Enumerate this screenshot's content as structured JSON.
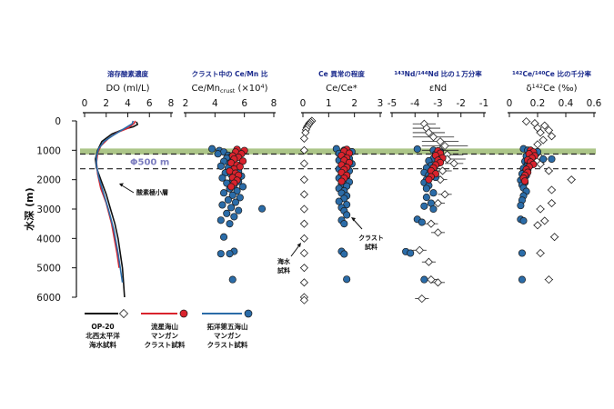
{
  "colors": {
    "seawater": "#111111",
    "seiho": "#d9232d",
    "takuyo": "#2b6ca8",
    "band": "#9dbb73",
    "dashed": "#222222",
    "phi_label": "#7d7ec0",
    "title_jp": "#1a2a8c"
  },
  "yaxis": {
    "label": "水深 (m)",
    "ticks": [
      "0",
      "1000",
      "2000",
      "3000",
      "4000",
      "5000",
      "6000"
    ],
    "range": [
      0,
      6000
    ]
  },
  "omz": {
    "band_top": 940,
    "band_bottom": 1140,
    "dash_upper": 1130,
    "dash_lower": 1630,
    "phi_label": "Φ500 m",
    "layer_label": "酸素極小層"
  },
  "panels": [
    {
      "title_jp": "溶存酸素濃度",
      "title": "DO (ml/L)",
      "ticks": [
        "0",
        "2",
        "4",
        "6",
        "8"
      ],
      "xlim": [
        0,
        8
      ]
    },
    {
      "title_jp": "クラスト中の Ce/Mn 比",
      "title_main": "Ce/Mn",
      "title_sub": "crust",
      "title_sfx": " (×10",
      "title_sup": "4",
      "title_end": ")",
      "ticks": [
        "2",
        "4",
        "6",
        "8"
      ],
      "xlim": [
        2,
        8
      ]
    },
    {
      "title_jp": "Ce 異常の程度",
      "title": "Ce/Ce*",
      "ticks": [
        "0",
        "1",
        "2",
        "3"
      ],
      "xlim": [
        0,
        3
      ]
    },
    {
      "title_jp_sup": "143",
      "title_jp_a": "Nd/",
      "title_jp_sup2": "144",
      "title_jp_b": "Nd 比の１万分率",
      "title": "εNd",
      "ticks": [
        "-5",
        "-4",
        "-3",
        "-2",
        "-1"
      ],
      "xlim": [
        -5,
        -1
      ]
    },
    {
      "title_jp_sup": "142",
      "title_jp_a": "Ce/",
      "title_jp_sup2": "140",
      "title_jp_b": "Ce 比の千分率",
      "title_pre": "δ",
      "title_sup": "142",
      "title_post": "Ce (‰)",
      "ticks": [
        "0",
        "0.2",
        "0.4",
        "0.6"
      ],
      "xlim": [
        0,
        0.6
      ]
    }
  ],
  "annotations": {
    "seawater": "海水\n試料",
    "crust": "クラスト\n試料"
  },
  "legend": [
    {
      "label": "OP-20\n北西太平洋\n海水試料"
    },
    {
      "label": "流星海山\nマンガン\nクラスト試料"
    },
    {
      "label": "拓洋第五海山\nマンガン\nクラスト試料"
    }
  ],
  "chart_data": {
    "type": "scatter",
    "y_unit": "m",
    "do_profiles": [
      {
        "name": "OP-20",
        "color": "#111111",
        "points": [
          [
            4.8,
            30
          ],
          [
            4.9,
            120
          ],
          [
            4.5,
            200
          ],
          [
            3.5,
            300
          ],
          [
            2.5,
            450
          ],
          [
            1.6,
            700
          ],
          [
            1.2,
            1000
          ],
          [
            1.0,
            1300
          ],
          [
            1.1,
            1600
          ],
          [
            1.5,
            2000
          ],
          [
            2.0,
            2500
          ],
          [
            2.4,
            3000
          ],
          [
            2.8,
            3500
          ],
          [
            3.1,
            4000
          ],
          [
            3.3,
            4500
          ],
          [
            3.5,
            5000
          ],
          [
            3.6,
            5500
          ],
          [
            3.7,
            6000
          ]
        ]
      },
      {
        "name": "流星海山",
        "color": "#d9232d",
        "points": [
          [
            4.7,
            0
          ],
          [
            4.6,
            80
          ],
          [
            4.0,
            250
          ],
          [
            3.0,
            400
          ],
          [
            2.2,
            600
          ],
          [
            1.5,
            850
          ],
          [
            1.2,
            1100
          ],
          [
            1.1,
            1400
          ],
          [
            1.2,
            1800
          ],
          [
            1.5,
            2300
          ],
          [
            2.0,
            2800
          ],
          [
            2.5,
            3500
          ],
          [
            3.0,
            4500
          ],
          [
            3.2,
            5000
          ]
        ]
      },
      {
        "name": "拓洋第五海山",
        "color": "#2b6ca8",
        "points": [
          [
            4.5,
            0
          ],
          [
            4.4,
            100
          ],
          [
            3.5,
            300
          ],
          [
            2.6,
            500
          ],
          [
            1.8,
            700
          ],
          [
            1.3,
            950
          ],
          [
            1.1,
            1200
          ],
          [
            1.1,
            1500
          ],
          [
            1.3,
            1900
          ],
          [
            1.7,
            2400
          ],
          [
            2.2,
            3000
          ],
          [
            2.7,
            3700
          ],
          [
            3.1,
            4500
          ],
          [
            3.3,
            5000
          ],
          [
            3.5,
            5500
          ]
        ]
      }
    ],
    "ce_mn": {
      "seiho": [
        [
          5.5,
          970
        ],
        [
          6.0,
          1010
        ],
        [
          5.4,
          1060
        ],
        [
          5.8,
          1120
        ],
        [
          5.2,
          1190
        ],
        [
          5.6,
          1240
        ],
        [
          5.3,
          1300
        ],
        [
          5.9,
          1370
        ],
        [
          5.1,
          1430
        ],
        [
          5.5,
          1500
        ],
        [
          5.7,
          1560
        ],
        [
          5.3,
          1640
        ],
        [
          5.0,
          1710
        ],
        [
          5.4,
          1780
        ],
        [
          5.6,
          1850
        ],
        [
          5.2,
          1930
        ],
        [
          5.5,
          2020
        ],
        [
          5.3,
          2120
        ],
        [
          5.1,
          2240
        ]
      ],
      "takuyo": [
        [
          3.8,
          950
        ],
        [
          4.3,
          1010
        ],
        [
          4.6,
          1060
        ],
        [
          4.2,
          1120
        ],
        [
          4.9,
          1170
        ],
        [
          5.1,
          1220
        ],
        [
          4.8,
          1270
        ],
        [
          5.2,
          1330
        ],
        [
          4.6,
          1380
        ],
        [
          5.0,
          1440
        ],
        [
          5.4,
          1490
        ],
        [
          4.4,
          1540
        ],
        [
          4.9,
          1600
        ],
        [
          5.3,
          1660
        ],
        [
          5.6,
          1710
        ],
        [
          4.7,
          1770
        ],
        [
          5.1,
          1830
        ],
        [
          5.8,
          1880
        ],
        [
          4.5,
          1940
        ],
        [
          5.2,
          2000
        ],
        [
          5.6,
          2060
        ],
        [
          4.8,
          2120
        ],
        [
          5.3,
          2180
        ],
        [
          5.9,
          2240
        ],
        [
          5.0,
          2310
        ],
        [
          5.5,
          2380
        ],
        [
          4.6,
          2450
        ],
        [
          5.2,
          2530
        ],
        [
          5.7,
          2610
        ],
        [
          4.9,
          2690
        ],
        [
          5.4,
          2770
        ],
        [
          4.5,
          2860
        ],
        [
          5.1,
          2950
        ],
        [
          7.2,
          2990
        ],
        [
          5.6,
          3050
        ],
        [
          4.8,
          3150
        ],
        [
          5.3,
          3260
        ],
        [
          4.4,
          3380
        ],
        [
          5.0,
          3500
        ],
        [
          4.6,
          3950
        ],
        [
          5.3,
          4440
        ],
        [
          5.0,
          4520
        ],
        [
          5.2,
          5400
        ],
        [
          4.4,
          4520
        ]
      ]
    },
    "ce_anomaly": {
      "seawater": [
        [
          0.35,
          0
        ],
        [
          0.3,
          40
        ],
        [
          0.25,
          80
        ],
        [
          0.22,
          130
        ],
        [
          0.18,
          180
        ],
        [
          0.15,
          230
        ],
        [
          0.12,
          300
        ],
        [
          0.1,
          400
        ],
        [
          0.05,
          600
        ],
        [
          0.05,
          1000
        ],
        [
          0.05,
          1450
        ],
        [
          0.05,
          2000
        ],
        [
          0.05,
          2500
        ],
        [
          0.05,
          3000
        ],
        [
          0.05,
          3500
        ],
        [
          0.05,
          4000
        ],
        [
          0.05,
          4500
        ],
        [
          0.05,
          5000
        ],
        [
          0.05,
          5500
        ],
        [
          0.05,
          6000
        ],
        [
          0.05,
          6100
        ]
      ],
      "seiho": [
        [
          1.7,
          970
        ],
        [
          1.6,
          1030
        ],
        [
          1.8,
          1100
        ],
        [
          1.5,
          1180
        ],
        [
          1.7,
          1260
        ],
        [
          1.6,
          1340
        ],
        [
          1.8,
          1420
        ],
        [
          1.5,
          1500
        ],
        [
          1.7,
          1580
        ],
        [
          1.6,
          1660
        ],
        [
          1.5,
          1760
        ],
        [
          1.7,
          1850
        ],
        [
          1.6,
          1950
        ],
        [
          1.5,
          2060
        ]
      ],
      "takuyo": [
        [
          1.3,
          950
        ],
        [
          1.6,
          1000
        ],
        [
          1.9,
          1050
        ],
        [
          1.4,
          1110
        ],
        [
          1.7,
          1160
        ],
        [
          1.5,
          1220
        ],
        [
          1.8,
          1280
        ],
        [
          1.4,
          1340
        ],
        [
          1.6,
          1400
        ],
        [
          1.9,
          1460
        ],
        [
          1.5,
          1520
        ],
        [
          1.7,
          1580
        ],
        [
          1.4,
          1640
        ],
        [
          1.8,
          1700
        ],
        [
          1.6,
          1760
        ],
        [
          1.5,
          1820
        ],
        [
          1.7,
          1880
        ],
        [
          1.4,
          1950
        ],
        [
          1.6,
          2010
        ],
        [
          1.8,
          2080
        ],
        [
          1.5,
          2150
        ],
        [
          1.7,
          2220
        ],
        [
          1.4,
          2300
        ],
        [
          1.6,
          2380
        ],
        [
          1.5,
          2460
        ],
        [
          1.7,
          2550
        ],
        [
          1.6,
          2640
        ],
        [
          1.4,
          2740
        ],
        [
          1.7,
          2850
        ],
        [
          1.5,
          2950
        ],
        [
          1.6,
          3060
        ],
        [
          1.7,
          3200
        ],
        [
          1.5,
          3380
        ],
        [
          1.6,
          3500
        ],
        [
          1.5,
          4440
        ],
        [
          1.6,
          4530
        ],
        [
          1.7,
          5390
        ]
      ]
    },
    "end": {
      "seawater": [
        [
          -3.6,
          100,
          0.5
        ],
        [
          -3.5,
          250,
          0.6
        ],
        [
          -3.4,
          400,
          0.7
        ],
        [
          -3.2,
          550,
          0.9
        ],
        [
          -2.9,
          700,
          0.8
        ],
        [
          -2.7,
          850,
          1.0
        ],
        [
          -2.9,
          1000,
          0.8
        ],
        [
          -2.6,
          1150,
          0.7
        ],
        [
          -2.6,
          1300,
          0.8
        ],
        [
          -2.3,
          1450,
          0.4
        ],
        [
          -2.8,
          1700,
          0.4
        ],
        [
          -2.9,
          2000,
          0.3
        ],
        [
          -2.7,
          2500,
          0.3
        ],
        [
          -3.0,
          2800,
          0.3
        ],
        [
          -3.3,
          3500,
          0.3
        ],
        [
          -3.0,
          3800,
          0.3
        ],
        [
          -3.8,
          4400,
          0.3
        ],
        [
          -3.4,
          4800,
          0.3
        ],
        [
          -3.3,
          5400,
          0.3
        ],
        [
          -3.0,
          5500,
          0.3
        ],
        [
          -3.7,
          6050,
          0.3
        ]
      ],
      "seiho": [
        [
          -3.0,
          1020
        ],
        [
          -2.9,
          1100
        ],
        [
          -3.1,
          1180
        ],
        [
          -2.8,
          1260
        ],
        [
          -3.0,
          1340
        ],
        [
          -2.9,
          1420
        ],
        [
          -3.1,
          1500
        ],
        [
          -3.2,
          1600
        ],
        [
          -3.3,
          1700
        ],
        [
          -3.1,
          1800
        ],
        [
          -3.3,
          1900
        ],
        [
          -3.4,
          2000
        ]
      ],
      "takuyo": [
        [
          -3.9,
          960
        ],
        [
          -3.2,
          1000
        ],
        [
          -2.9,
          1060
        ],
        [
          -3.1,
          1130
        ],
        [
          -3.0,
          1200
        ],
        [
          -3.2,
          1280
        ],
        [
          -3.4,
          1360
        ],
        [
          -3.0,
          1440
        ],
        [
          -3.3,
          1520
        ],
        [
          -3.5,
          1600
        ],
        [
          -3.2,
          1680
        ],
        [
          -3.6,
          1760
        ],
        [
          -3.4,
          1840
        ],
        [
          -3.1,
          1920
        ],
        [
          -3.5,
          2000
        ],
        [
          -3.6,
          2100
        ],
        [
          -3.4,
          2200
        ],
        [
          -3.5,
          2300
        ],
        [
          -3.2,
          2450
        ],
        [
          -3.5,
          2600
        ],
        [
          -3.3,
          2800
        ],
        [
          -3.6,
          2900
        ],
        [
          -3.2,
          3000
        ],
        [
          -3.9,
          3350
        ],
        [
          -3.7,
          3450
        ],
        [
          -4.4,
          4450
        ],
        [
          -4.2,
          4500
        ],
        [
          -3.6,
          5400
        ]
      ]
    },
    "delta_ce": {
      "seawater": [
        [
          0.12,
          20
        ],
        [
          0.18,
          80
        ],
        [
          0.25,
          160
        ],
        [
          0.2,
          240
        ],
        [
          0.28,
          320
        ],
        [
          0.22,
          400
        ],
        [
          0.3,
          520
        ],
        [
          0.24,
          650
        ],
        [
          0.2,
          800
        ],
        [
          0.16,
          1050
        ],
        [
          0.22,
          1250
        ],
        [
          0.24,
          1300
        ],
        [
          0.22,
          1470
        ],
        [
          0.28,
          1700
        ],
        [
          0.44,
          2000
        ],
        [
          0.3,
          2350
        ],
        [
          0.3,
          2800
        ],
        [
          0.22,
          3000
        ],
        [
          0.25,
          3400
        ],
        [
          0.2,
          3550
        ],
        [
          0.32,
          3950
        ],
        [
          0.22,
          4500
        ],
        [
          0.28,
          5400
        ]
      ],
      "seiho": [
        [
          0.15,
          1000
        ],
        [
          0.17,
          1060
        ],
        [
          0.14,
          1120
        ],
        [
          0.18,
          1190
        ],
        [
          0.16,
          1260
        ],
        [
          0.13,
          1330
        ],
        [
          0.15,
          1400
        ],
        [
          0.17,
          1480
        ],
        [
          0.14,
          1560
        ],
        [
          0.12,
          1650
        ],
        [
          0.13,
          1750
        ],
        [
          0.11,
          1850
        ],
        [
          0.1,
          1950
        ],
        [
          0.11,
          2050
        ]
      ],
      "takuyo": [
        [
          0.1,
          950
        ],
        [
          0.13,
          1000
        ],
        [
          0.2,
          1050
        ],
        [
          0.24,
          1300
        ],
        [
          0.3,
          1300
        ],
        [
          0.17,
          1080
        ],
        [
          0.15,
          1140
        ],
        [
          0.12,
          1200
        ],
        [
          0.16,
          1260
        ],
        [
          0.14,
          1320
        ],
        [
          0.11,
          1380
        ],
        [
          0.13,
          1440
        ],
        [
          0.15,
          1500
        ],
        [
          0.12,
          1560
        ],
        [
          0.1,
          1620
        ],
        [
          0.13,
          1680
        ],
        [
          0.11,
          1740
        ],
        [
          0.09,
          1800
        ],
        [
          0.12,
          1860
        ],
        [
          0.1,
          1940
        ],
        [
          0.08,
          2020
        ],
        [
          0.11,
          2100
        ],
        [
          0.09,
          2180
        ],
        [
          0.1,
          2280
        ],
        [
          0.12,
          2400
        ],
        [
          0.1,
          2550
        ],
        [
          0.09,
          2700
        ],
        [
          0.08,
          2880
        ],
        [
          0.08,
          3350
        ],
        [
          0.1,
          3400
        ],
        [
          0.09,
          4500
        ],
        [
          0.09,
          5400
        ]
      ]
    }
  }
}
